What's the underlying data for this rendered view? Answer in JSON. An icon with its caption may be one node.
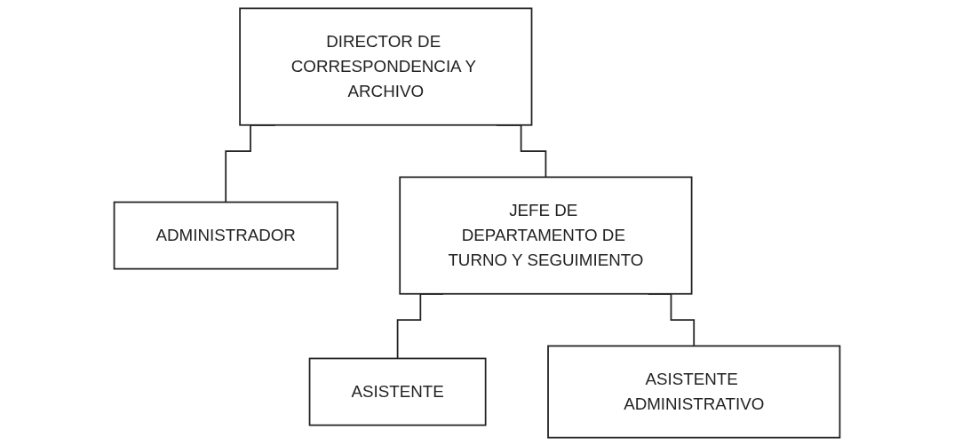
{
  "diagram": {
    "nodes": [
      {
        "text": [
          "DIRECTOR DE CORRESPONDENCIA Y ARCHIVO"
        ]
      },
      {
        "text": [
          "ADMINISTRADOR"
        ]
      },
      {
        "text": [
          "JEFE DE DEPARTAMENTO DE TURNO Y SEGUIMIENTO"
        ]
      },
      {
        "text": [
          "ASISTENTE"
        ]
      },
      {
        "text": [
          "ASISTENTE ADMINISTRATIVO"
        ]
      }
    ],
    "edges": [
      {
        "from": 0,
        "to": 1,
        "arrow": "none"
      },
      {
        "from": 0,
        "to": 2,
        "arrow": "none"
      },
      {
        "from": 2,
        "to": 3,
        "arrow": "none"
      },
      {
        "from": 2,
        "to": 4,
        "arrow": "none"
      }
    ]
  }
}
